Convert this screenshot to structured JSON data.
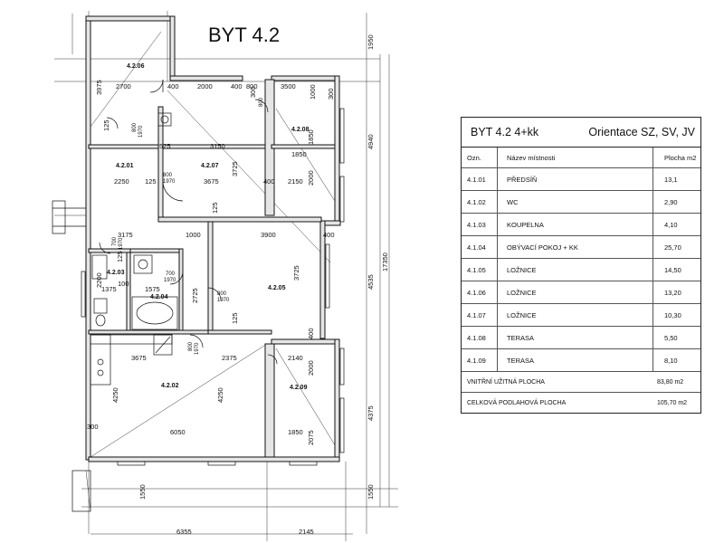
{
  "plan": {
    "title": "BYT 4.2",
    "rooms": {
      "r01": "4.2.01",
      "r02": "4.2.02",
      "r03": "4.2.03",
      "r04": "4.2.04",
      "r05": "4.2.05",
      "r06": "4.2.06",
      "r07": "4.2.07",
      "r08": "4.2.08",
      "r09": "4.2.09"
    },
    "doors": {
      "d1a": "800",
      "d1b": "1970",
      "d2a": "800",
      "d2b": "1970",
      "d3a": "700",
      "d3b": "1970",
      "d4a": "700",
      "d4b": "1970",
      "d5a": "800",
      "d5b": "1970",
      "d6a": "800",
      "d6b": "1970",
      "d7a": "800"
    },
    "dims": {
      "top_2700": "2700",
      "top_400a": "400",
      "top_2000": "2000",
      "top_400b": "400",
      "top_800": "800",
      "top_300a": "300",
      "top_3500": "3500",
      "top_1000": "1000",
      "top_300b": "300",
      "v_3975": "3975",
      "v_125a": "125",
      "v_525": "525",
      "v_3150": "3150",
      "v_1850a": "1850",
      "v_1850b": "1850",
      "v_3725a": "3725",
      "v_2250": "2250",
      "v_125b": "125",
      "v_3675a": "3675",
      "v_400c": "400",
      "v_2150": "2150",
      "v_2000a": "2000",
      "v_125c": "125",
      "v_3175": "3175",
      "v_1000b": "1000",
      "v_3900": "3900",
      "v_400d": "400",
      "v_125d": "125",
      "v_2725": "2725",
      "v_3725b": "3725",
      "v_1375": "1375",
      "v_1575": "1575",
      "v_100": "100",
      "v_125e": "125",
      "v_2200": "2200",
      "v_3675b": "3675",
      "v_2375": "2375",
      "v_2140": "2140",
      "v_2000b": "2000",
      "v_400e": "400",
      "v_4250a": "4250",
      "v_4250b": "4250",
      "v_300c": "300",
      "v_6050": "6050",
      "v_1850c": "1850",
      "v_2075": "2075",
      "v_1550a": "1550",
      "b_6355": "6355",
      "b_2145": "2145",
      "r_1950": "1950",
      "r_4940": "4940",
      "r_17350": "17350",
      "r_4535": "4535",
      "r_4375": "4375",
      "r_1550": "1550"
    }
  },
  "table": {
    "title": "BYT 4.2  4+kk",
    "orientation": "Orientace SZ, SV, JV",
    "headers": {
      "code": "Ozn.",
      "name": "Název místnosti",
      "area": "Plocha m2"
    },
    "rows": [
      {
        "code": "4.1.01",
        "name": "PŘEDSÍŇ",
        "area": "13,1"
      },
      {
        "code": "4.1.02",
        "name": "WC",
        "area": "2,90"
      },
      {
        "code": "4.1.03",
        "name": "KOUPELNA",
        "area": "4,10"
      },
      {
        "code": "4.1.04",
        "name": "OBÝVACÍ POKOJ + KK",
        "area": "25,70"
      },
      {
        "code": "4.1.05",
        "name": "LOŽNICE",
        "area": "14,50"
      },
      {
        "code": "4.1.06",
        "name": "LOŽNICE",
        "area": "13,20"
      },
      {
        "code": "4.1.07",
        "name": "LOŽNICE",
        "area": "10,30"
      },
      {
        "code": "4.1.08",
        "name": "TERASA",
        "area": "5,50"
      },
      {
        "code": "4.1.09",
        "name": "TERASA",
        "area": "8,10"
      }
    ],
    "summary": [
      {
        "label": "VNITŘNÍ UŽITNÁ PLOCHA",
        "value": "83,80 m2"
      },
      {
        "label": "CELKOVÁ PODLAHOVÁ PLOCHA",
        "value": "105,70 m2"
      }
    ]
  }
}
